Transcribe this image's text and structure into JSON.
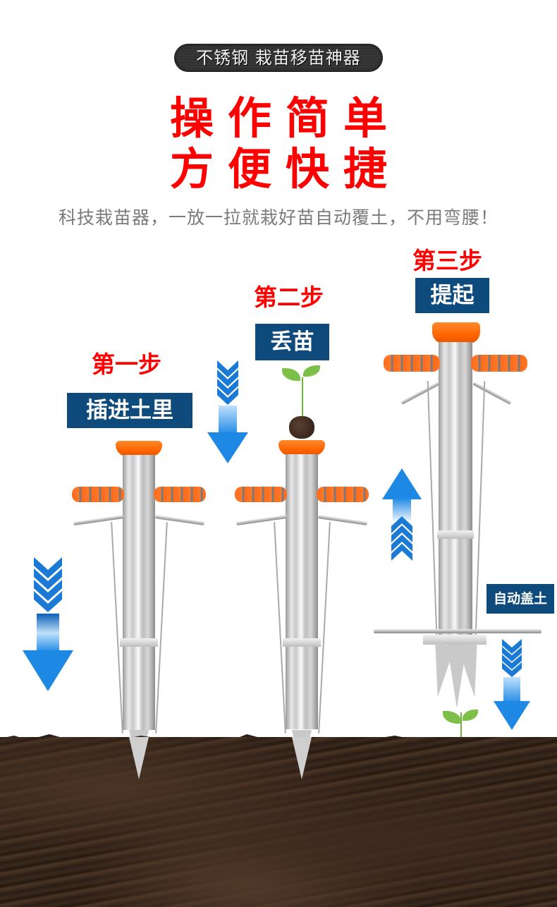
{
  "banner": {
    "text": "不锈钢 栽苗移苗神器"
  },
  "headline": {
    "line1": "操作简单",
    "line2": "方便快捷"
  },
  "subtitle": "科技栽苗器，一放一拉就栽好苗自动覆土，不用弯腰！",
  "steps": [
    {
      "label": "第一步",
      "action": "插进土里",
      "arrow": "down"
    },
    {
      "label": "第二步",
      "action": "丢苗",
      "arrow": "down"
    },
    {
      "label": "第三步",
      "action": "提起",
      "arrow": "up"
    }
  ],
  "auto_cover_label": "自动盖土",
  "icons": {
    "arrow_down": "arrow-down-icon",
    "arrow_up": "arrow-up-icon"
  },
  "colors": {
    "headline_red": "#ff0000",
    "action_box_blue": "#0e4a7c",
    "arrow_blue": "#1e88e5",
    "handle_orange": "#ff6a00",
    "subtitle_gray": "#7a7a7a"
  }
}
